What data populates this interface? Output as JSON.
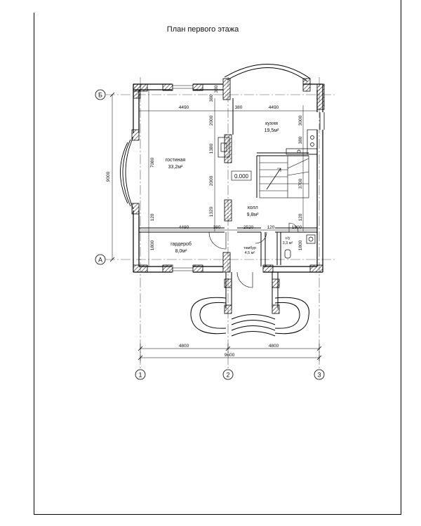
{
  "title": "План первого этажа",
  "axes": {
    "letters": [
      "Б",
      "А"
    ],
    "numbers": [
      "1",
      "2",
      "3"
    ]
  },
  "rooms": [
    {
      "name": "гостиная",
      "area": "33,2м²"
    },
    {
      "name": "кухня",
      "area": "19,5м²"
    },
    {
      "name": "холл",
      "area": "9,8м²"
    },
    {
      "name": "гардероб",
      "area": "8,0м²"
    },
    {
      "name": "тамбур",
      "area": "4,5 м²"
    },
    {
      "name": "с/у",
      "area": "3,3 м²"
    }
  ],
  "level": "0.000",
  "dimensions": {
    "top": [
      "4490",
      "380",
      "380",
      "4490"
    ],
    "interior_bottom": [
      "4490",
      "380",
      "2520",
      "120",
      "1800"
    ],
    "bottom_halves": [
      "4800",
      "4800"
    ],
    "bottom_total": "9600",
    "left_total": "9000",
    "left_segments": [
      "7080",
      "120",
      "1800"
    ],
    "center_vertical": [
      "380",
      "2000",
      "1380",
      "2000",
      "1320"
    ],
    "right_vertical": [
      "3000",
      "380",
      "3700",
      "120",
      "1800"
    ]
  }
}
